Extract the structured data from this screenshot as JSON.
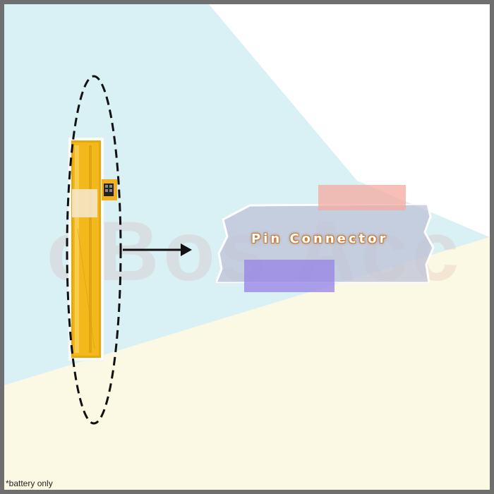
{
  "label": {
    "connector": "Pin Connector"
  },
  "watermark": {
    "text": "cBos Acc"
  },
  "footnote": {
    "text": "*battery only"
  },
  "icons": {
    "battery": "battery-cell-icon",
    "connector": "pin-connector-icon",
    "highlight": "dashed-ellipse",
    "pointer": "arrow-right-icon"
  },
  "colors": {
    "frame": "#6f6f6f",
    "bg_blue": "#d9f0f4",
    "bg_cream": "#fbf8e4",
    "bg_white": "#ffffff",
    "battery_gold": "#e8a80c",
    "tape_grey": "#c8ccd8",
    "tape_pink": "#f4aaa0",
    "tape_purple": "#9682e6",
    "label_outline": "#d07a2a"
  }
}
